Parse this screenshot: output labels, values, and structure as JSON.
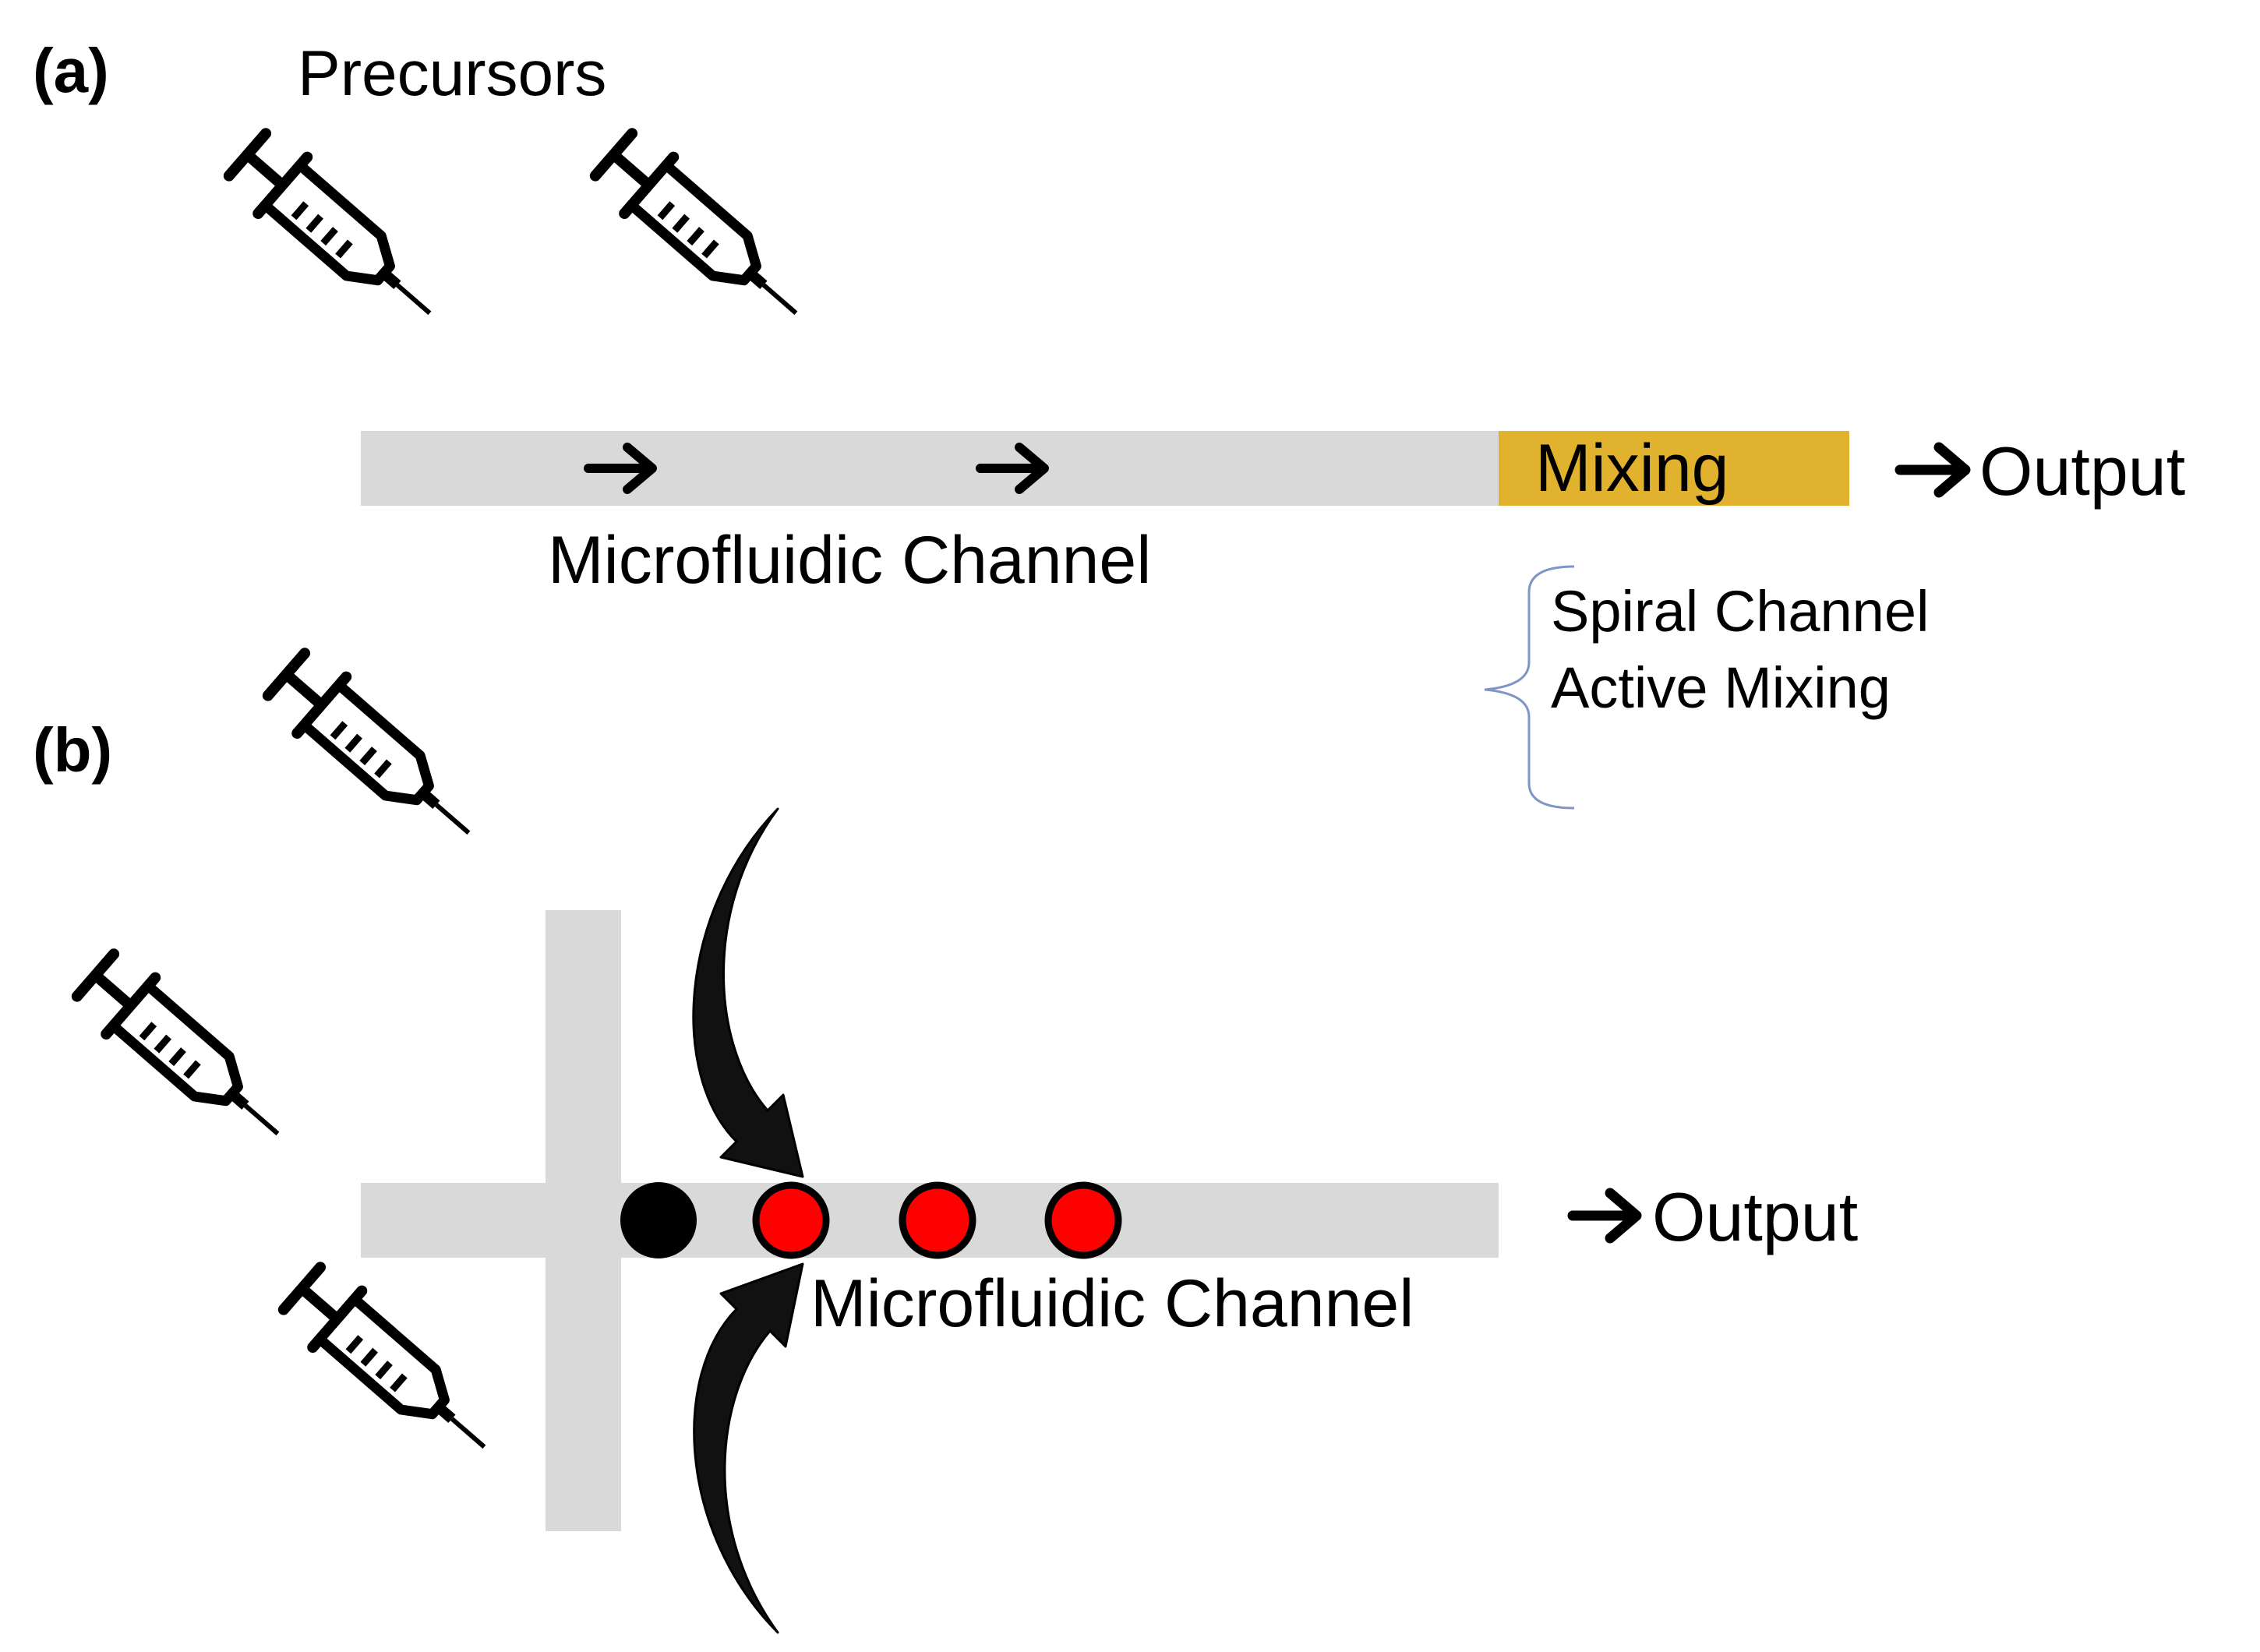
{
  "panel_a": {
    "label": "(a)",
    "precursors_label": "Precursors",
    "mixing_label": "Mixing",
    "output_label": "Output",
    "channel_label": "Microfluidic Channel",
    "brace_lines": [
      "Spiral Channel",
      "Active Mixing"
    ],
    "syringe_icon": "syringe-icon",
    "arrow_icon": "right-arrow-icon"
  },
  "panel_b": {
    "label": "(b)",
    "output_label": "Output",
    "channel_label": "Microfluidic Channel",
    "syringe_icon": "syringe-icon",
    "droplet_colors": [
      "#000000",
      "#ff0000",
      "#ff0000",
      "#ff0000"
    ],
    "arrow_icon": "curved-arrow-icon"
  },
  "colors": {
    "channel": "#d9d9d9",
    "mixing": "#e0b22e",
    "brace": "#7f95c8",
    "ink": "#000000"
  }
}
